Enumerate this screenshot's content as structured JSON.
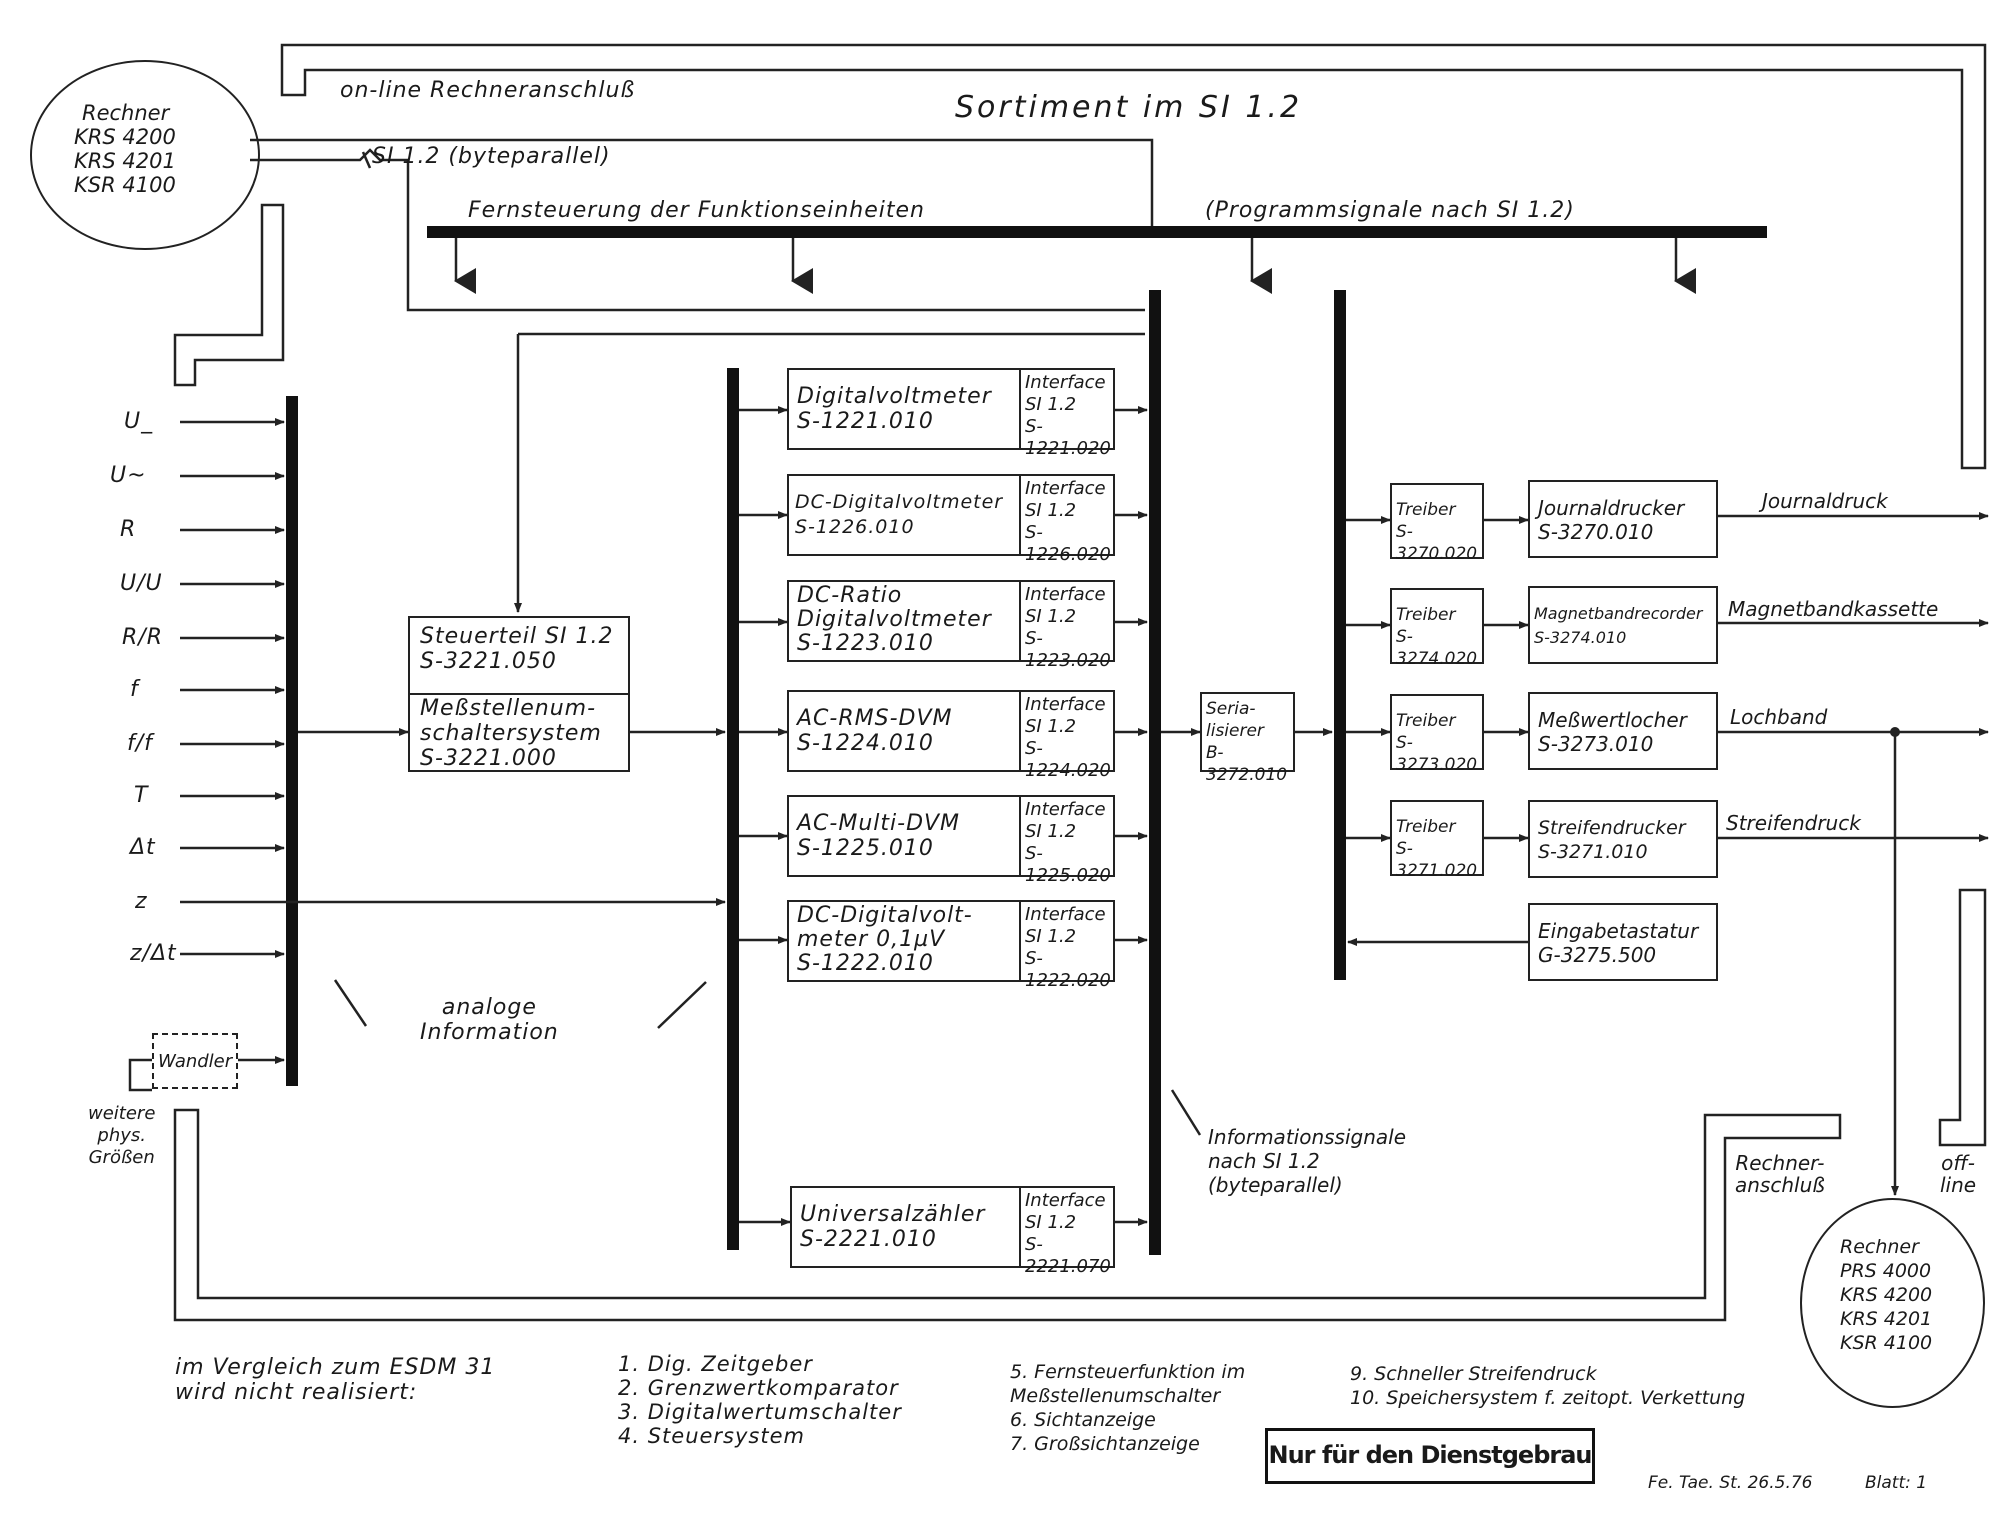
{
  "title": "Sortiment im SI 1.2",
  "online_label": "on-line Rechneranschluß",
  "si_byteparallel": "SI 1.2 (byteparallel)",
  "fernsteuerung": "Fernsteuerung der Funktionseinheiten",
  "programmsignale": "(Programmsignale nach SI 1.2)",
  "computer_top": [
    "Rechner",
    "KRS 4200",
    "KRS 4201",
    "KSR 4100"
  ],
  "computer_bottom": [
    "Rechner",
    "PRS 4000",
    "KRS 4200",
    "KRS 4201",
    "KSR 4100"
  ],
  "inputs": [
    "U_",
    "U~",
    "R",
    "U/U",
    "R/R",
    "f",
    "f/f",
    "T",
    "Δt",
    "z",
    "z/Δt"
  ],
  "wandler": "Wandler",
  "weitere": "weitere\nphys.\nGrößen",
  "steuerteil": "Steuerteil SI 1.2\nS-3221.050",
  "messstellen": "Meßstellenum-\nschaltersystem\nS-3221.000",
  "analog": "analoge\nInformation",
  "instruments": [
    {
      "name": "Digitalvoltmeter\nS-1221.010",
      "iface": "Interface\nSI 1.2\nS-1221.020"
    },
    {
      "name": "DC-Digitalvoltmeter\nS-1226.010",
      "iface": "Interface\nSI 1.2\nS-1226.020"
    },
    {
      "name": "DC-Ratio\nDigitalvoltmeter\nS-1223.010",
      "iface": "Interface\nSI 1.2\nS-1223.020"
    },
    {
      "name": "AC-RMS-DVM\nS-1224.010",
      "iface": "Interface\nSI 1.2\nS-1224.020"
    },
    {
      "name": "AC-Multi-DVM\nS-1225.010",
      "iface": "Interface\nSI 1.2\nS-1225.020"
    },
    {
      "name": "DC-Digitalvolt-\nmeter 0,1µV\nS-1222.010",
      "iface": "Interface\nSI 1.2\nS-1222.020"
    },
    {
      "name": "Universalzähler\nS-2221.010",
      "iface": "Interface\nSI 1.2\nS-2221.070"
    }
  ],
  "serialisierer": "Seria-\nlisierer\nB-3272.010",
  "informationssignale": "Informationssignale\nnach SI 1.2\n(byteparallel)",
  "treiber": [
    "Treiber\nS-3270.020",
    "Treiber\nS-3274.020",
    "Treiber\nS-3273.020",
    "Treiber\nS-3271.020"
  ],
  "peripherals": [
    {
      "name": "Journaldrucker\nS-3270.010",
      "out": "Journaldruck"
    },
    {
      "name": "Magnetbandrecorder\nS-3274.010",
      "out": "Magnetbandkassette"
    },
    {
      "name": "Meßwertlocher\nS-3273.010",
      "out": "Lochband"
    },
    {
      "name": "Streifendrucker\nS-3271.010",
      "out": "Streifendruck"
    }
  ],
  "eingabe": "Eingabetastatur\nG-3275.500",
  "rechneranschluss": "Rechner-\nanschluß",
  "offline": "off-\nline",
  "footnote_head": "im Vergleich zum ESDM 31\nwird nicht realisiert:",
  "footnote_col1": "1. Dig. Zeitgeber\n2. Grenzwertkomparator\n3. Digitalwertumschalter\n4. Steuersystem",
  "footnote_col2": "5. Fernsteuerfunktion im\n   Meßstellenumschalter\n6. Sichtanzeige\n7. Großsichtanzeige",
  "footnote_col3": "9. Schneller Streifendruck\n10. Speichersystem f. zeitopt. Verkettung",
  "stamp": "Nur für den Dienstgebrau",
  "signature": "Fe. Tae. St. 26.5.76",
  "blatt": "Blatt: 1"
}
